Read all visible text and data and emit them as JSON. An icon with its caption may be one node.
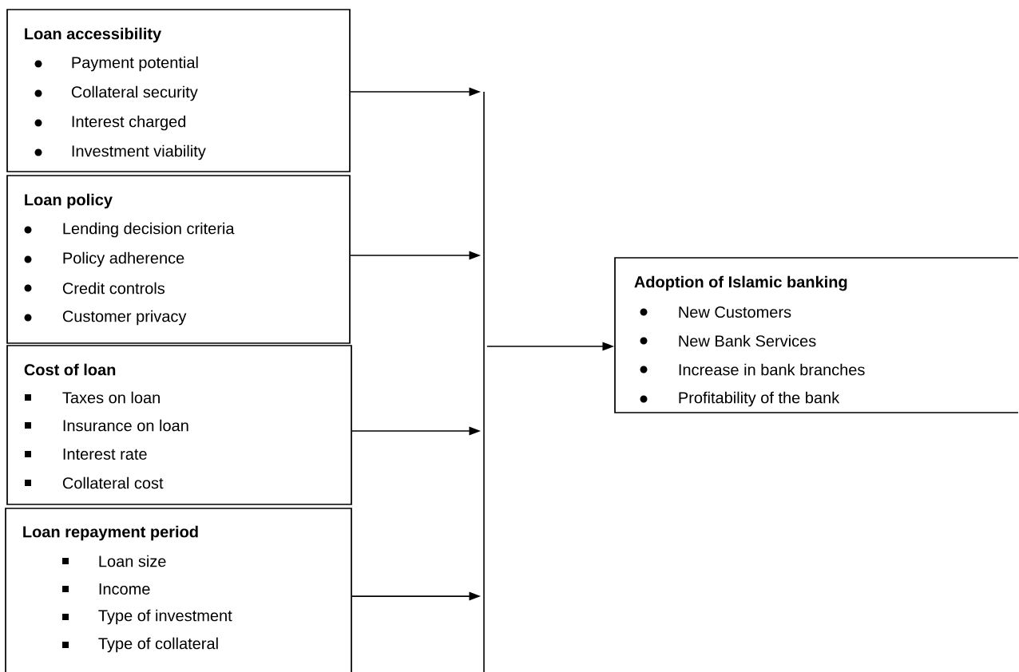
{
  "diagram": {
    "nodes": [
      {
        "text": [
          "Loan accessibility",
          "Payment potential",
          "Collateral security",
          "Interest charged",
          "Investment viability"
        ]
      },
      {
        "text": [
          "Loan policy",
          "Lending decision criteria",
          "Policy adherence",
          "Credit controls",
          "Customer privacy"
        ]
      },
      {
        "text": [
          "Cost of loan",
          "Taxes on loan",
          "Insurance on loan",
          "Interest rate",
          "Collateral cost"
        ]
      },
      {
        "text": [
          "Loan repayment period",
          "Loan size",
          "Income",
          "Type of investment",
          "Type of collateral"
        ]
      },
      {
        "text": [],
        "shape": "bar"
      },
      {
        "text": [
          "Adoption of Islamic banking",
          "New Customers",
          "New Bank Services",
          "Increase in bank branches",
          "Profitability of the bank"
        ]
      }
    ],
    "edges": [
      {
        "from": 0,
        "to": 4,
        "arrow": "to"
      },
      {
        "from": 1,
        "to": 4,
        "arrow": "to"
      },
      {
        "from": 2,
        "to": 4,
        "arrow": "to"
      },
      {
        "from": 3,
        "to": 4,
        "arrow": "to"
      },
      {
        "from": 4,
        "to": 5,
        "arrow": "to"
      }
    ]
  }
}
